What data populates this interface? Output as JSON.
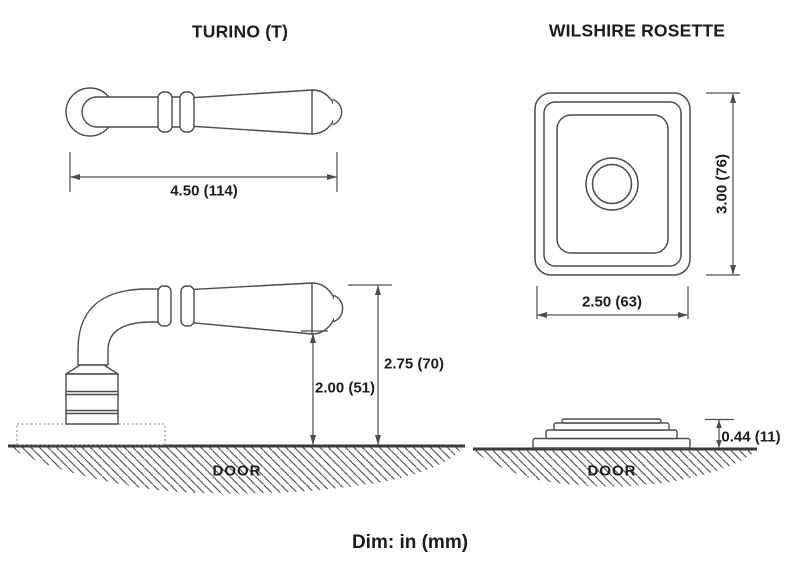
{
  "drawing": {
    "title_left": "TURINO (T)",
    "title_right": "WILSHIRE ROSETTE",
    "caption": "Dim: in (mm)",
    "door_label_left": "DOOR",
    "door_label_right": "DOOR",
    "dims": {
      "lever_length": "4.50 (114)",
      "rosette_height": "3.00 (76)",
      "rosette_width": "2.50 (63)",
      "lever_grip_height": "2.00 (51)",
      "lever_overall_height": "2.75 (70)",
      "rosette_thickness": "0.44 (11)"
    },
    "colors": {
      "line": "#4d4d4d",
      "door_line": "#3a3a3a",
      "text": "#1c1c1c",
      "background": "#ffffff"
    }
  }
}
